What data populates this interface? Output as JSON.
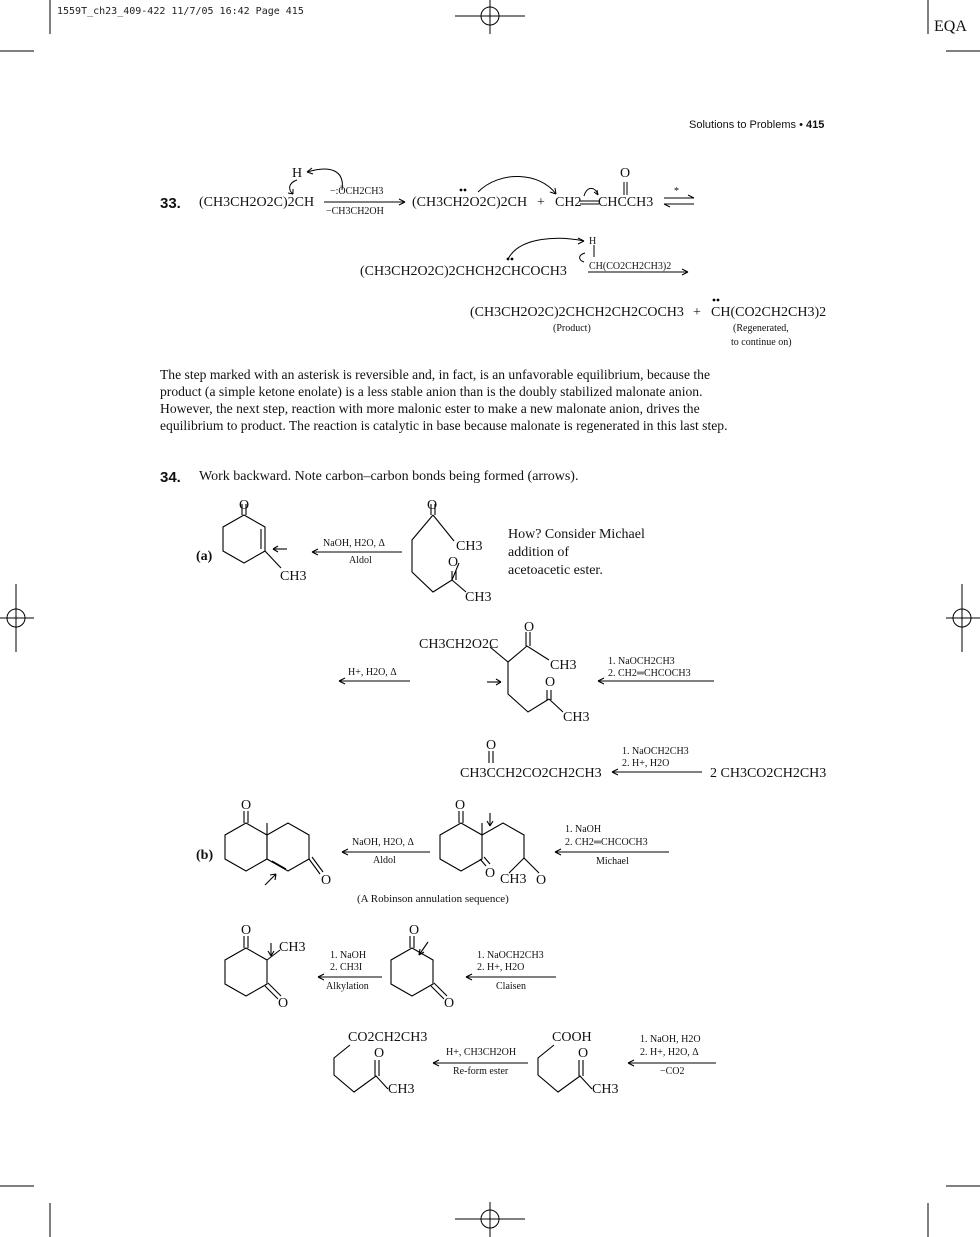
{
  "slug": "1559T_ch23_409-422  11/7/05  16:42  Page 415",
  "eqa": "EQA",
  "running_head": {
    "section": "Solutions to Problems",
    "bullet": "•",
    "page": "415"
  },
  "p33": {
    "number": "33.",
    "h": "H",
    "reactant": "(CH3CH2O2C)2CH",
    "ethoxide": "−:ÖCH2CH3",
    "minus_ethanol": "−CH3CH2OH",
    "anion": "(CH3CH2O2C)2CH",
    "plus": "+",
    "enone_a": "CH2",
    "enone_b": "CHCCH3",
    "carbonyl_o": "O",
    "asterisk": "*",
    "enolate": "(CH3CH2O2C)2CHCH2CHCOCH3",
    "proton_h": "H",
    "proton_source": "CH(CO2CH2CH3)2",
    "product": "(CH3CH2O2C)2CHCH2CH2COCH3",
    "product_label": "(Product)",
    "plus2": "+",
    "regenerated": "CH(CO2CH2CH3)2",
    "regen_label_1": "(Regenerated,",
    "regen_label_2": "to continue on)"
  },
  "paragraph": [
    "The step marked with an asterisk is reversible and, in fact, is an unfavorable equilibrium, because the",
    "product (a simple ketone enolate) is a less stable anion than is the doubly stabilized malonate anion.",
    "However, the next step, reaction with more malonic ester to make a new malonate anion, drives the",
    "equilibrium to product. The reaction is catalytic in base because malonate is regenerated in this last step."
  ],
  "p34": {
    "number": "34.",
    "intro": "Work backward. Note carbon–carbon bonds being formed (arrows).",
    "a_label": "(a)",
    "b_label": "(b)",
    "a_cond_top": "NaOH, H2O, Δ",
    "a_cond_bottom": "Aldol",
    "how_1": "How? Consider Michael",
    "how_2": "addition of",
    "how_3": "acetoacetic ester.",
    "ester_group": "CH3CH2O2C",
    "hydrolysis": "H+, H2O, Δ",
    "michael_1": "1. NaOCH2CH3",
    "michael_2": "2. CH2═CHCOCH3",
    "acetoacetic": "CH3CCH2CO2CH2CH3",
    "claisen_1": "1. NaOCH2CH3",
    "claisen_2": "2. H+, H2O",
    "ethyl_acetate": "2 CH3CO2CH2CH3",
    "b_aldol_top": "NaOH, H2O, Δ",
    "b_aldol_bottom": "Aldol",
    "b_michael_1": "1. NaOH",
    "b_michael_2": "2. CH2═CHCOCH3",
    "b_michael_3": "Michael",
    "robinson": "(A Robinson annulation sequence)",
    "alk_1": "1. NaOH",
    "alk_2": "2. CH3I",
    "alk_3": "Alkylation",
    "cl_1": "1. NaOCH2CH3",
    "cl_2": "2. H+, H2O",
    "cl_3": "Claisen",
    "ester_top": "CO2CH2CH3",
    "reform_1": "H+, CH3CH2OH",
    "reform_2": "Re-form ester",
    "cooh": "COOH",
    "hyd_1": "1. NaOH, H2O",
    "hyd_2": "2. H+, H2O, Δ",
    "hyd_3": "−CO2",
    "o": "O",
    "ch3": "CH3"
  }
}
